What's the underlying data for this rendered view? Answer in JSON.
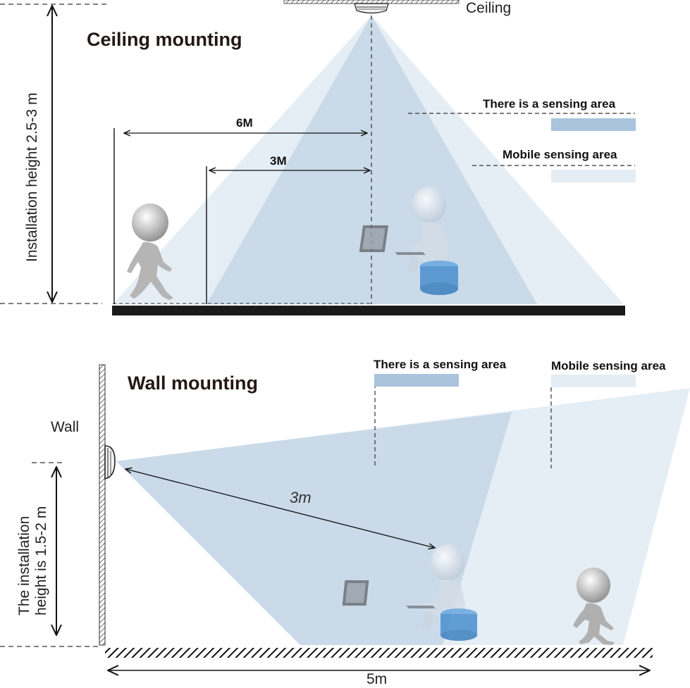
{
  "ceiling": {
    "title": "Ceiling mounting",
    "ceiling_label": "Ceiling",
    "height_label": "Installation height 2.5-3 m",
    "dim_outer": "6M",
    "dim_inner": "3M",
    "legend_presence": "There is a sensing area",
    "legend_motion": "Mobile sensing area"
  },
  "wall": {
    "title": "Wall mounting",
    "wall_label": "Wall",
    "height_label_line1": "The installation",
    "height_label_line2": "height is 1.5-2 m",
    "distance_label": "3m",
    "floor_label": "5m",
    "legend_presence": "There is a sensing area",
    "legend_motion": "Mobile sensing area"
  },
  "colors": {
    "presence_area": "#a9c4dc",
    "motion_area": "#e4ecf4",
    "floor": "#1a1a1a",
    "stool": "#4a90d0"
  }
}
